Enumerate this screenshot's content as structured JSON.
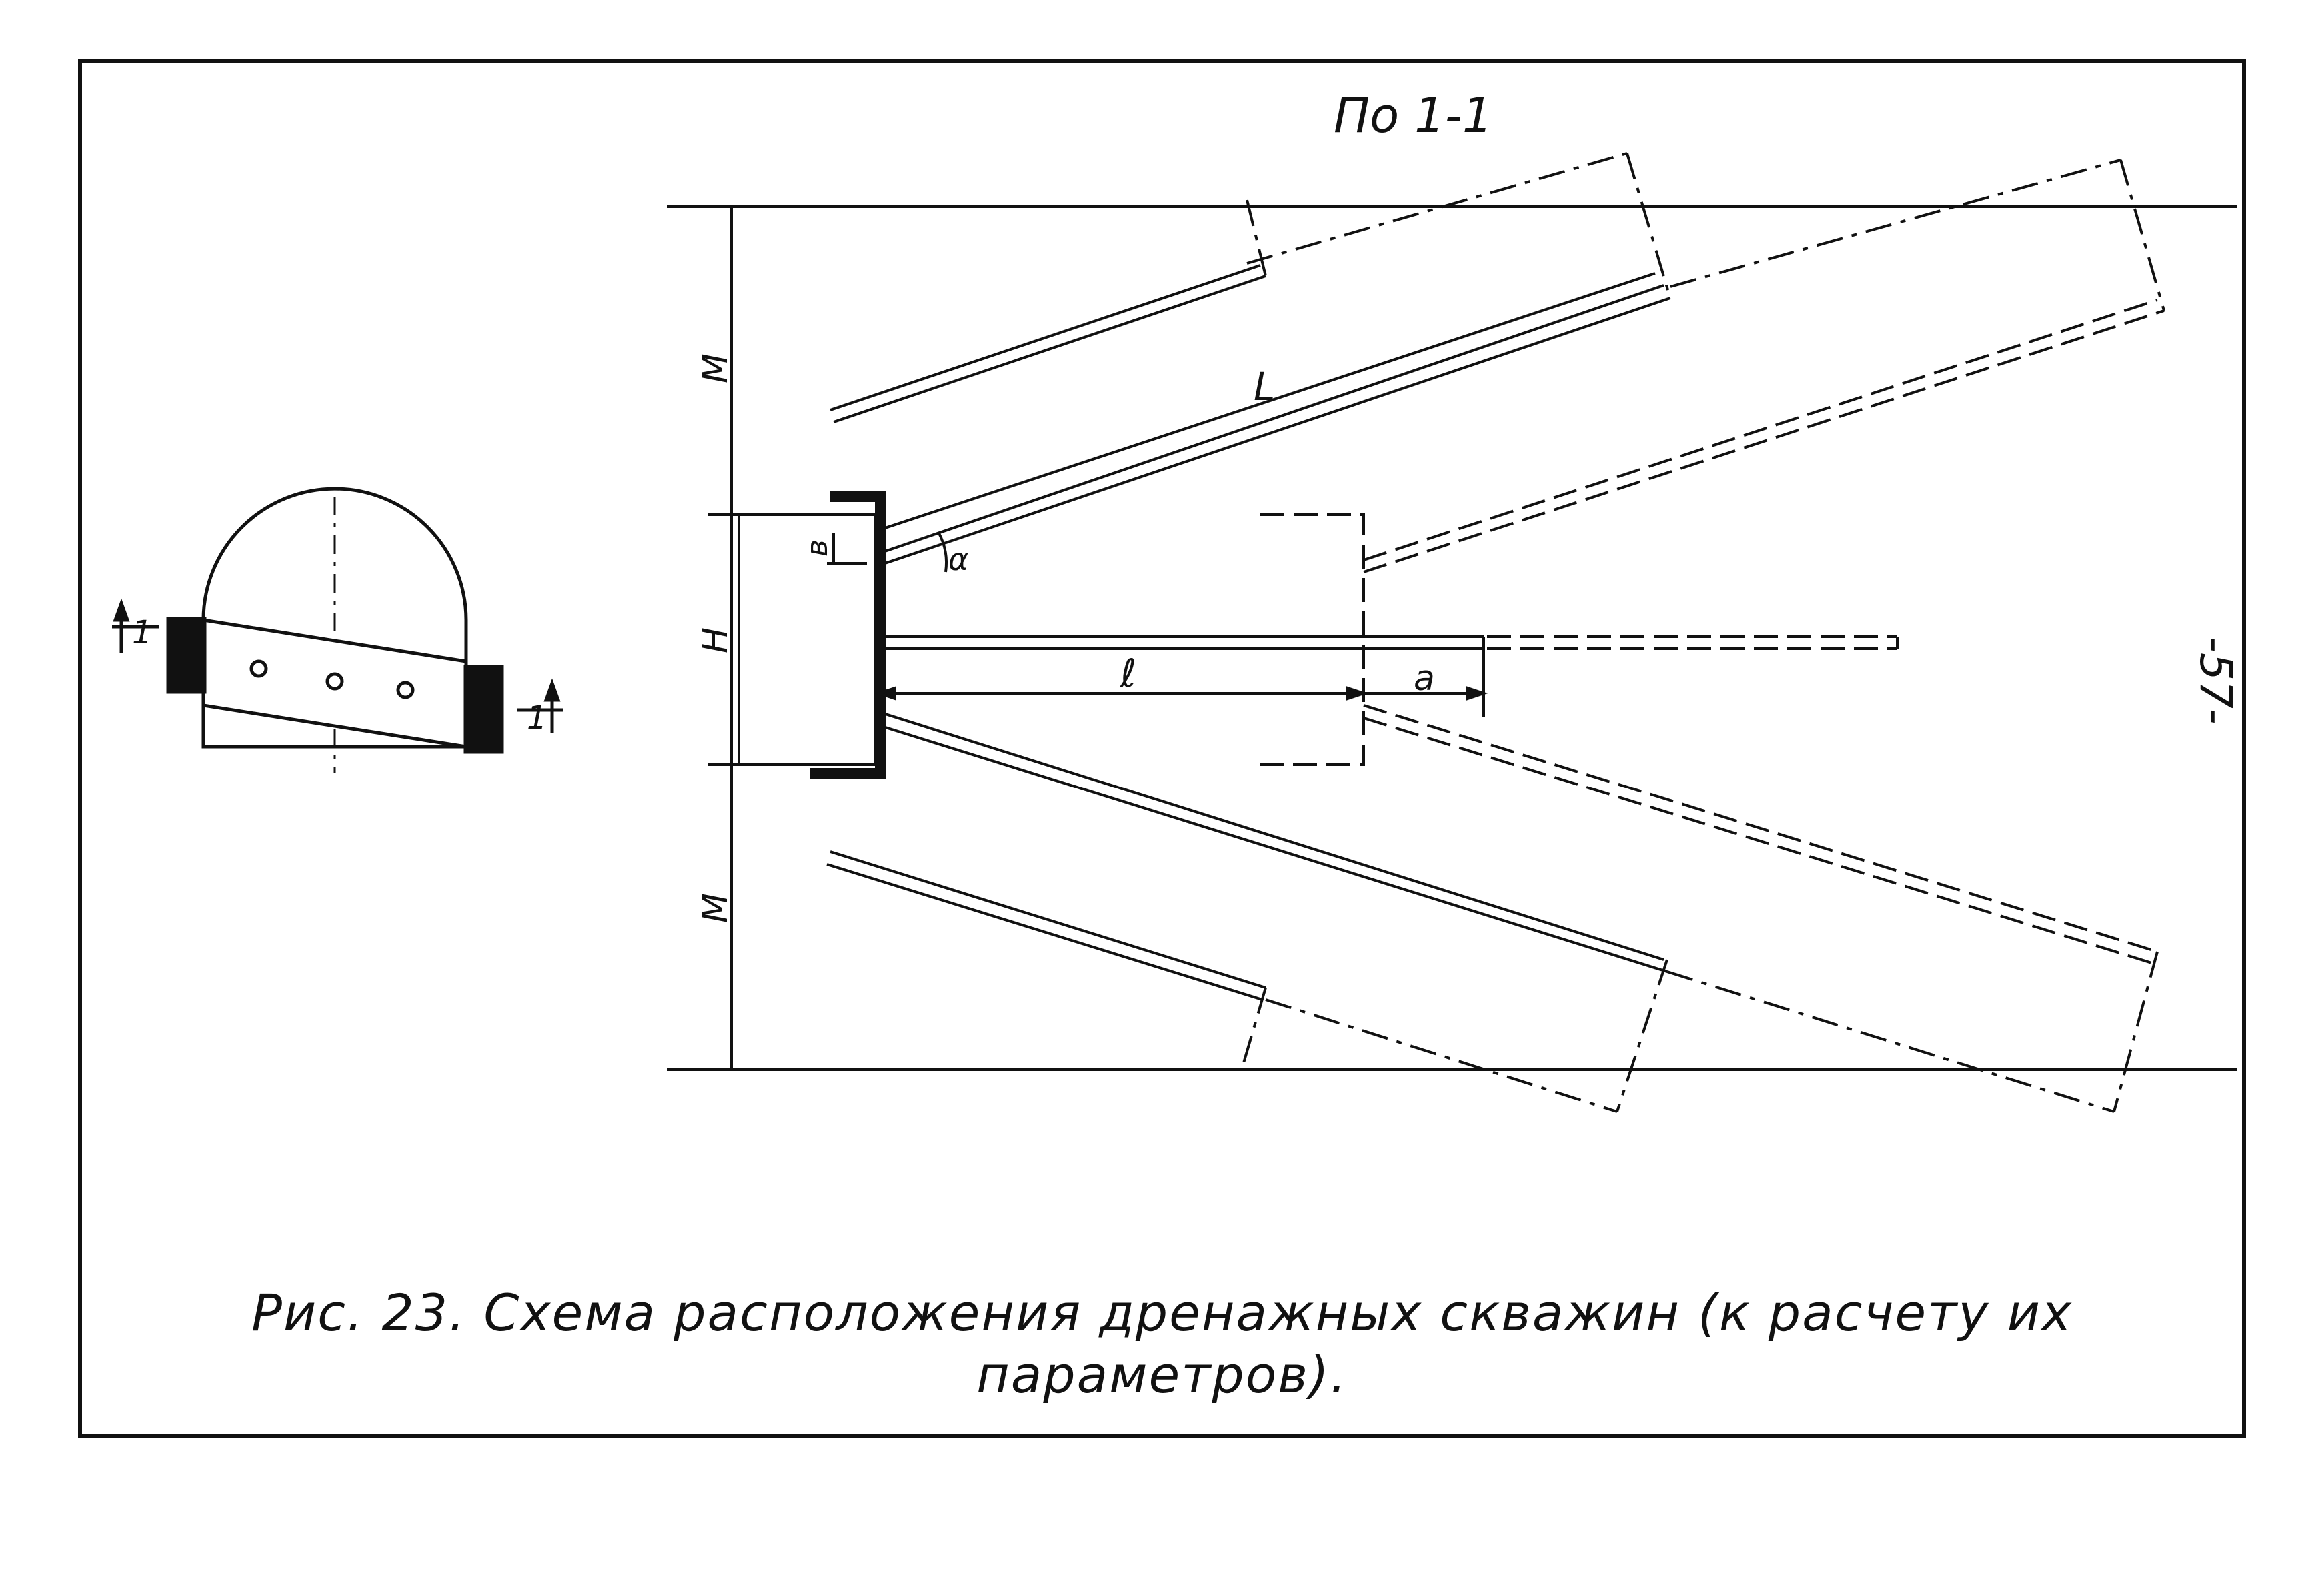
{
  "section_title": "По 1-1",
  "page_number": "-57-",
  "dimension_labels": {
    "M_top": "М",
    "H": "Н",
    "M_bottom": "М",
    "L": "L",
    "l": "ℓ",
    "a": "a",
    "b": "в",
    "alpha": "α"
  },
  "section_marks": {
    "left": "1",
    "right": "1"
  },
  "caption": {
    "line1": "Рис. 23. Схема расположения дренажных скважин (к расчету их",
    "line2": "параметров)."
  }
}
